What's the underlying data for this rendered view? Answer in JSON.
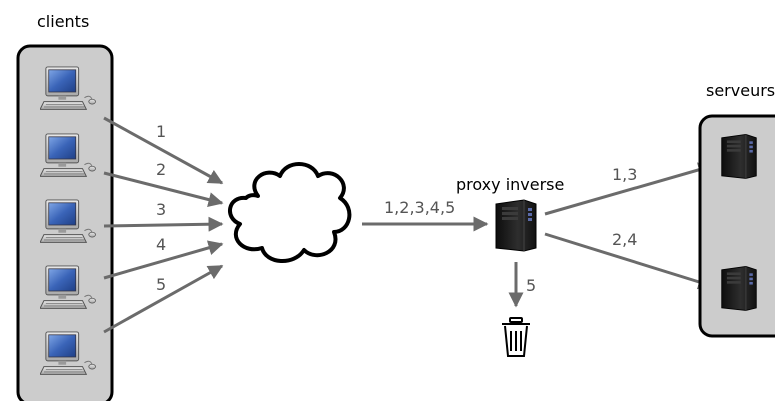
{
  "labels": {
    "clients": "clients",
    "servers": "serveurs",
    "proxy": "proxy inverse"
  },
  "edges": {
    "client_1": "1",
    "client_2": "2",
    "client_3": "3",
    "client_4": "4",
    "client_5": "5",
    "cloud_to_proxy": "1,2,3,4,5",
    "proxy_to_server_1": "1,3",
    "proxy_to_server_2": "2,4",
    "proxy_to_trash": "5"
  },
  "colors": {
    "panel_fill": "#cccccc",
    "panel_stroke": "#000000",
    "arrow": "#6b6b6b",
    "edge_label": "#555555",
    "monitor_screen": "#3a64b8",
    "server_body": "#1c1c1c"
  },
  "icons": {
    "client": "desktop-computer-icon",
    "cloud": "cloud-icon",
    "server": "server-tower-icon",
    "trash": "trash-can-icon"
  }
}
